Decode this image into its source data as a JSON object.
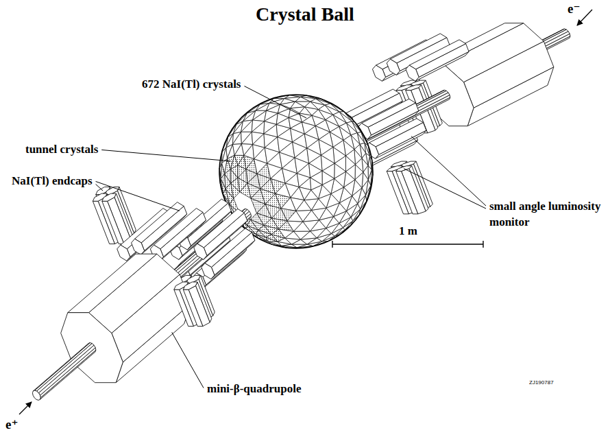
{
  "diagram": {
    "title": "Crystal Ball",
    "labels": [
      "672 NaI(Tl) crystals",
      "tunnel crystals",
      "NaI(Tl) endcaps",
      "small angle luminosity monitor",
      "1 m",
      "mini-β-quadrupole",
      "e⁻",
      "e⁺",
      "ZJ190787"
    ]
  }
}
